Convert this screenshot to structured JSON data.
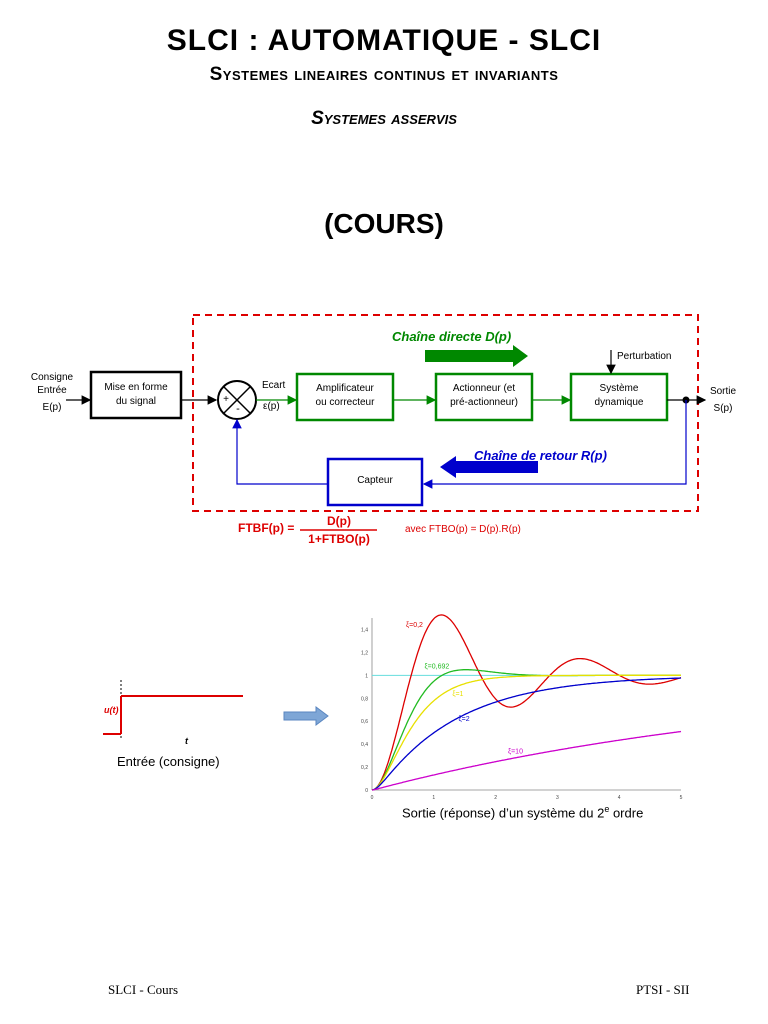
{
  "header": {
    "title": "SLCI : AUTOMATIQUE - SLCI",
    "subtitle": "Systemes lineaires continus et invariants",
    "section": "Systemes asservis",
    "kind": "(COURS)"
  },
  "diagram": {
    "input_label": [
      "Consigne",
      "Entrée",
      "E(p)"
    ],
    "block_mise_en_forme": [
      "Mise en forme",
      "du signal"
    ],
    "plus_sign": "+",
    "minus_sign": "-",
    "ecart_label": [
      "Ecart",
      "ε(p)"
    ],
    "block_amplificateur": [
      "Amplificateur",
      "ou correcteur"
    ],
    "block_actionneur": [
      "Actionneur (et",
      "pré-actionneur)"
    ],
    "block_systeme": [
      "Système",
      "dynamique"
    ],
    "perturbation_label": "Perturbation",
    "output_label": [
      "Sortie",
      "S(p)"
    ],
    "block_capteur": "Capteur",
    "chaine_directe": "Chaîne directe D(p)",
    "chaine_retour": "Chaîne de retour R(p)",
    "colors": {
      "direct": "#008800",
      "feedback": "#0000cc",
      "frame": "#dd0000"
    }
  },
  "formula": {
    "lhs": "FTBF(p) =",
    "numerator": "D(p)",
    "denominator": "1+FTBO(p)",
    "avec": "avec  FTBO(p) = D(p).R(p)"
  },
  "step_plot": {
    "ylabel": "u(t)",
    "xlabel": "t",
    "caption": "Entrée (consigne)"
  },
  "response_plot": {
    "caption_main": "Sortie (réponse) d’un système du 2",
    "caption_sup": "e",
    "caption_end": " ordre",
    "chart_data": {
      "type": "line",
      "x_ticks": [
        "0",
        "1",
        "2",
        "3",
        "4",
        "5"
      ],
      "y_ticks": [
        "0",
        "0,2",
        "0,4",
        "0,6",
        "0,8",
        "1",
        "1,2",
        "1,4"
      ],
      "xlim": [
        0,
        5
      ],
      "ylim": [
        0,
        1.5
      ],
      "series": [
        {
          "name": "ξ=0,2",
          "color": "#dd0000",
          "xi": 0.2
        },
        {
          "name": "ξ=0,692",
          "color": "#22bb22",
          "xi": 0.692
        },
        {
          "name": "ξ=1",
          "color": "#e8e000",
          "xi": 1
        },
        {
          "name": "ξ=2",
          "color": "#0000cc",
          "xi": 2
        },
        {
          "name": "ξ=10",
          "color": "#cc00cc",
          "xi": 10
        }
      ],
      "reference_value": 1
    }
  },
  "footer": {
    "left": "SLCI - Cours",
    "right": "PTSI - SII"
  }
}
